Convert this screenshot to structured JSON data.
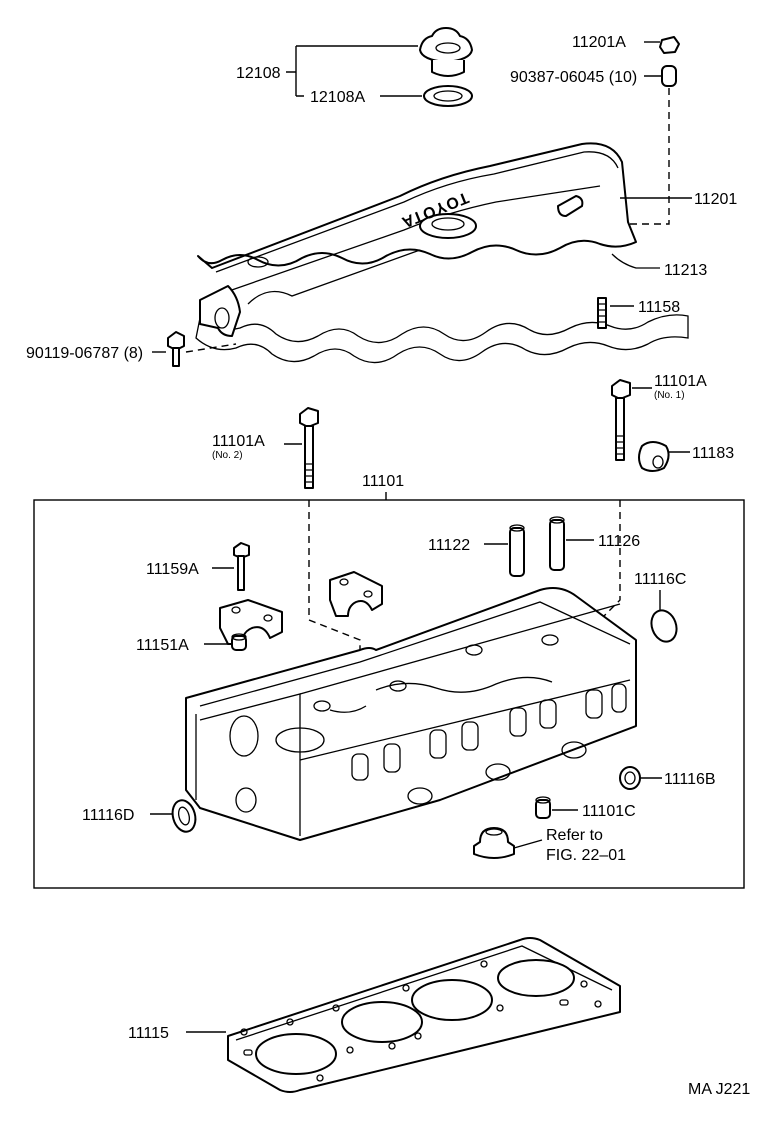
{
  "labels": {
    "p12108": "12108",
    "p12108a": "12108A",
    "p11201a": "11201A",
    "p90387": "90387-06045 (10)",
    "p11201": "11201",
    "p11213": "11213",
    "p11158": "11158",
    "p90119": "90119-06787 (8)",
    "p11101a_1": "11101A",
    "no1": "(No. 1)",
    "p11101a_2": "11101A",
    "no2": "(No. 2)",
    "p11183": "11183",
    "p11101": "11101",
    "p11122": "11122",
    "p11126": "11126",
    "p11159a": "11159A",
    "p11116c": "11116C",
    "p11151a": "11151A",
    "p11116b": "11116B",
    "p11116d": "11116D",
    "p11101c": "11101C",
    "refer1": "Refer to",
    "refer2": "FIG. 22–01",
    "p11115": "11115",
    "code": "MA J221",
    "brand": "TOYOTA"
  }
}
